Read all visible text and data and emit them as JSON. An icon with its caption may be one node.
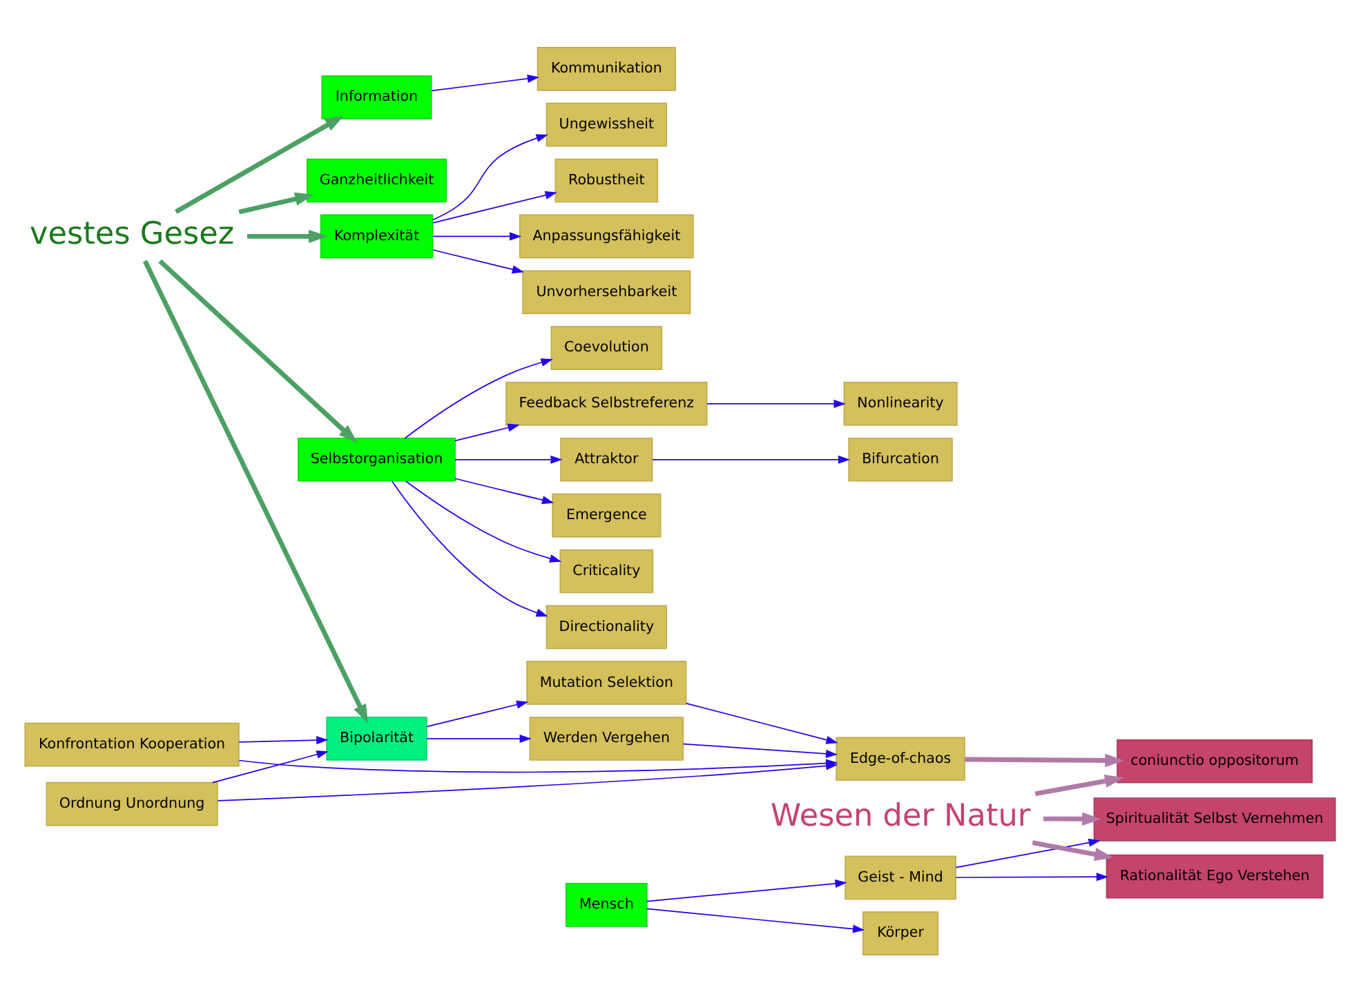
{
  "diagram": {
    "nodes": [
      {
        "text": [
          "vestes Gesez"
        ]
      },
      {
        "text": [
          "Ganzheitlichkeit"
        ]
      },
      {
        "text": [
          "Komplexität"
        ]
      },
      {
        "text": [
          "Robustheit"
        ]
      },
      {
        "text": [
          "Anpassungsfähigkeit"
        ]
      },
      {
        "text": [
          "Unvorhersehbarkeit"
        ]
      },
      {
        "text": [
          "Ungewissheit"
        ]
      },
      {
        "text": [
          "Selbstorganisation"
        ]
      },
      {
        "text": [
          "Nonlinearity"
        ]
      },
      {
        "text": [
          "Bifurcation"
        ]
      },
      {
        "text": [
          "Feedback Selbstreferenz"
        ]
      },
      {
        "text": [
          "Attraktor"
        ]
      },
      {
        "text": [
          "Emergence"
        ]
      },
      {
        "text": [
          "Criticality"
        ]
      },
      {
        "text": [
          "Directionality"
        ]
      },
      {
        "text": [
          "Coevolution"
        ]
      },
      {
        "text": [
          "Information"
        ]
      },
      {
        "text": [
          "Kommunikation"
        ]
      },
      {
        "text": [
          "Bipolarität"
        ]
      },
      {
        "text": [
          "Konfrontation Kooperation"
        ]
      },
      {
        "text": [
          "Ordnung Unordnung"
        ]
      },
      {
        "text": [
          "Werden Vergehen"
        ]
      },
      {
        "text": [
          "Mutation Selektion"
        ]
      },
      {
        "text": [
          "Edge-of-chaos"
        ]
      },
      {
        "text": [
          "Mensch"
        ]
      },
      {
        "text": [
          "Körper"
        ]
      },
      {
        "text": [
          "Geist - Mind"
        ]
      },
      {
        "text": [
          "Rationalität Ego Verstehen"
        ]
      },
      {
        "text": [
          "Spiritualität Selbst Vernehmen"
        ]
      },
      {
        "text": [
          "Wesen der Natur"
        ]
      },
      {
        "text": [
          "coniunctio oppositorum"
        ]
      }
    ],
    "edges": [
      {
        "from": 0,
        "to": 1,
        "arrow": "to",
        "style": "thick",
        "color": "#4ca064"
      },
      {
        "from": 0,
        "to": 2,
        "arrow": "to",
        "style": "thick",
        "color": "#4ca064"
      },
      {
        "from": 0,
        "to": 7,
        "arrow": "to",
        "style": "thick",
        "color": "#4ca064"
      },
      {
        "from": 0,
        "to": 16,
        "arrow": "to",
        "style": "thick",
        "color": "#4ca064"
      },
      {
        "from": 0,
        "to": 18,
        "arrow": "to",
        "style": "thick",
        "color": "#4ca064"
      },
      {
        "from": 2,
        "to": 3,
        "arrow": "to"
      },
      {
        "from": 2,
        "to": 4,
        "arrow": "to"
      },
      {
        "from": 2,
        "to": 5,
        "arrow": "to"
      },
      {
        "from": 2,
        "to": 6,
        "arrow": "to"
      },
      {
        "from": 7,
        "to": 10,
        "arrow": "to"
      },
      {
        "from": 10,
        "to": 8,
        "arrow": "to"
      },
      {
        "from": 7,
        "to": 11,
        "arrow": "to"
      },
      {
        "from": 11,
        "to": 9,
        "arrow": "to"
      },
      {
        "from": 7,
        "to": 12,
        "arrow": "to"
      },
      {
        "from": 7,
        "to": 13,
        "arrow": "to"
      },
      {
        "from": 7,
        "to": 14,
        "arrow": "to"
      },
      {
        "from": 7,
        "to": 15,
        "arrow": "to"
      },
      {
        "from": 16,
        "to": 17,
        "arrow": "to"
      },
      {
        "from": 18,
        "to": 21,
        "arrow": "to"
      },
      {
        "from": 19,
        "to": 18,
        "arrow": "to"
      },
      {
        "from": 18,
        "to": 22,
        "arrow": "to"
      },
      {
        "from": 20,
        "to": 18,
        "arrow": "to"
      },
      {
        "from": 19,
        "to": 23,
        "arrow": "to"
      },
      {
        "from": 22,
        "to": 23,
        "arrow": "to"
      },
      {
        "from": 20,
        "to": 23,
        "arrow": "to"
      },
      {
        "from": 21,
        "to": 23,
        "arrow": "to"
      },
      {
        "from": 24,
        "to": 25,
        "arrow": "to"
      },
      {
        "from": 24,
        "to": 26,
        "arrow": "to"
      },
      {
        "from": 26,
        "to": 27,
        "arrow": "to"
      },
      {
        "from": 26,
        "to": 28,
        "arrow": "to"
      },
      {
        "from": 29,
        "to": 27,
        "arrow": "to",
        "style": "thick",
        "color": "#b07aa8"
      },
      {
        "from": 29,
        "to": 28,
        "arrow": "to",
        "style": "thick",
        "color": "#b07aa8"
      },
      {
        "from": 29,
        "to": 30,
        "arrow": "to",
        "style": "thick",
        "color": "#b07aa8"
      },
      {
        "from": 23,
        "to": 30,
        "arrow": "to",
        "style": "thick",
        "color": "#b07aa8"
      }
    ]
  }
}
